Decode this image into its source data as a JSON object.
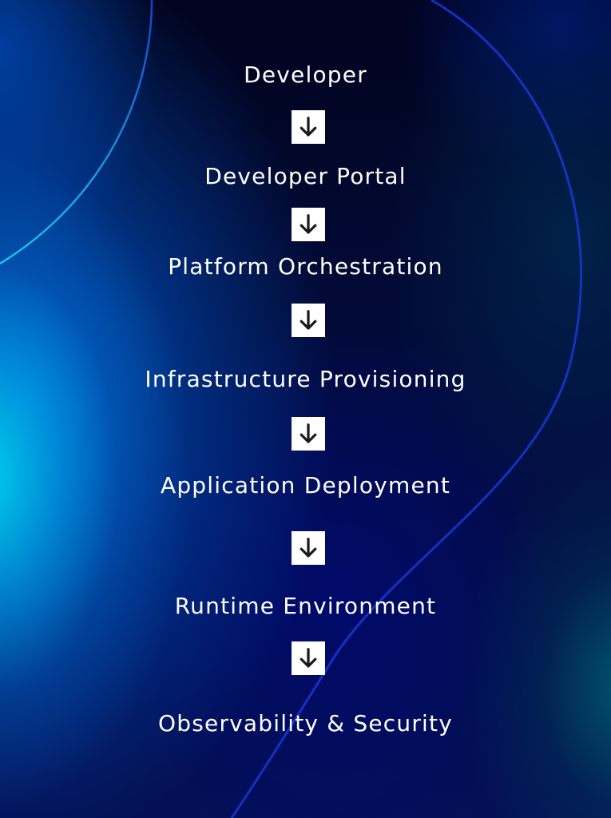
{
  "diagram": {
    "type": "vertical-flow",
    "steps": [
      {
        "label": "Developer"
      },
      {
        "label": "Developer Portal"
      },
      {
        "label": "Platform Orchestration"
      },
      {
        "label": "Infrastructure Provisioning"
      },
      {
        "label": "Application Deployment"
      },
      {
        "label": "Runtime Environment"
      },
      {
        "label": "Observability & Security"
      }
    ],
    "connector_icon": "arrow-down-icon",
    "colors": {
      "text": "#ffffff",
      "connector_bg": "#ffffff",
      "connector_icon": "#1a1a1a",
      "bg_dark": "#020a38",
      "bg_cyan": "#00d2f0",
      "bg_blue": "#0060d0",
      "line_blue": "#1a3ee0"
    }
  }
}
